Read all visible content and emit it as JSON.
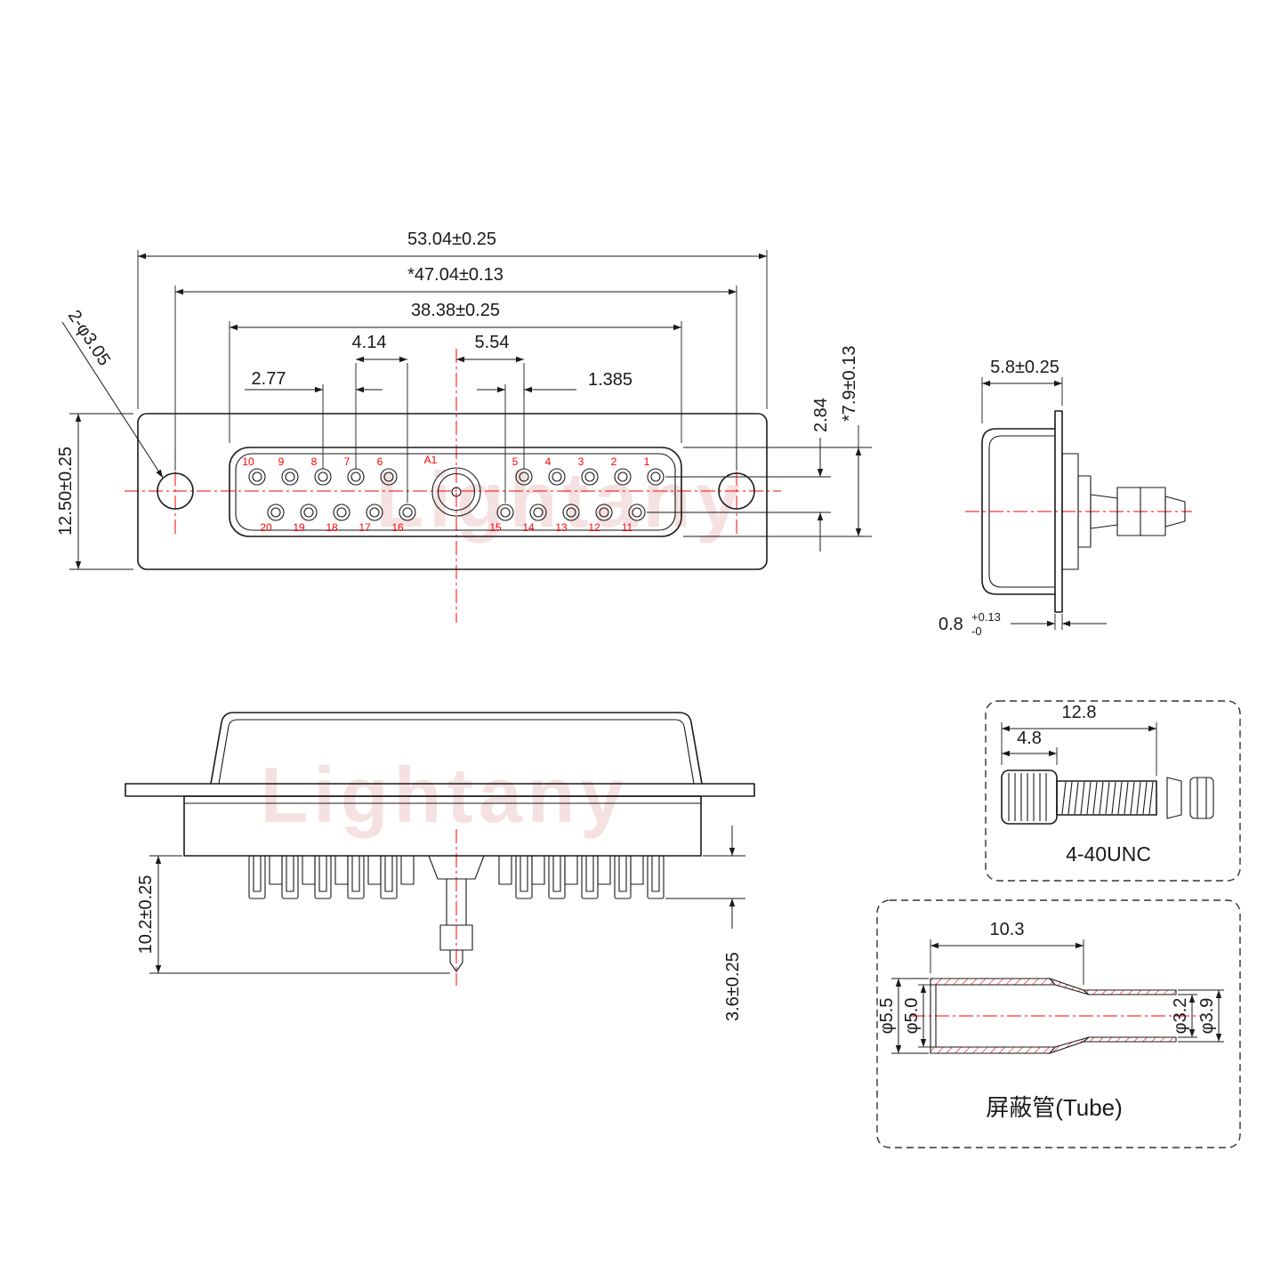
{
  "watermark": {
    "text": "Lightany"
  },
  "colors": {
    "line": "#1a1a1a",
    "accent": "#ff0000",
    "watermark": "#f5e1e1"
  },
  "front_view": {
    "dims": {
      "overall_width": "53.04±0.25",
      "hole_span": "*47.04±0.13",
      "insert_width": "38.38±0.25",
      "offset_4_14": "4.14",
      "coax_spacing": "5.54",
      "pin_pitch": "2.77",
      "row_offset": "1.385",
      "row_spacing": "2.84",
      "insert_height": "*7.9±0.13",
      "flange_height": "12.50±0.25",
      "mounting_holes": "2-φ3.05"
    },
    "pins": {
      "top": [
        "10",
        "9",
        "8",
        "7",
        "6",
        "A1",
        "5",
        "4",
        "3",
        "2",
        "1"
      ],
      "bottom": [
        "20",
        "19",
        "18",
        "17",
        "16",
        "15",
        "14",
        "13",
        "12",
        "11"
      ]
    }
  },
  "side_view": {
    "dims": {
      "shell_depth": "5.8±0.25",
      "flange_thickness": "0.8",
      "flange_tol_upper": "+0.13",
      "flange_tol_lower": "-0"
    }
  },
  "rear_view": {
    "dims": {
      "tail_length": "10.2±0.25",
      "cup_length": "3.6±0.25"
    }
  },
  "screw_detail": {
    "dims": {
      "total_length": "12.8",
      "head_length": "4.8"
    },
    "thread_label": "4-40UNC"
  },
  "tube_detail": {
    "dims": {
      "length": "10.3",
      "inner_dia_small": "φ3.2",
      "outer_dia_small": "φ3.9",
      "outer_dia_large": "φ5.5",
      "inner_dia_large": "φ5.0"
    },
    "label": "屏蔽管(Tube)"
  }
}
